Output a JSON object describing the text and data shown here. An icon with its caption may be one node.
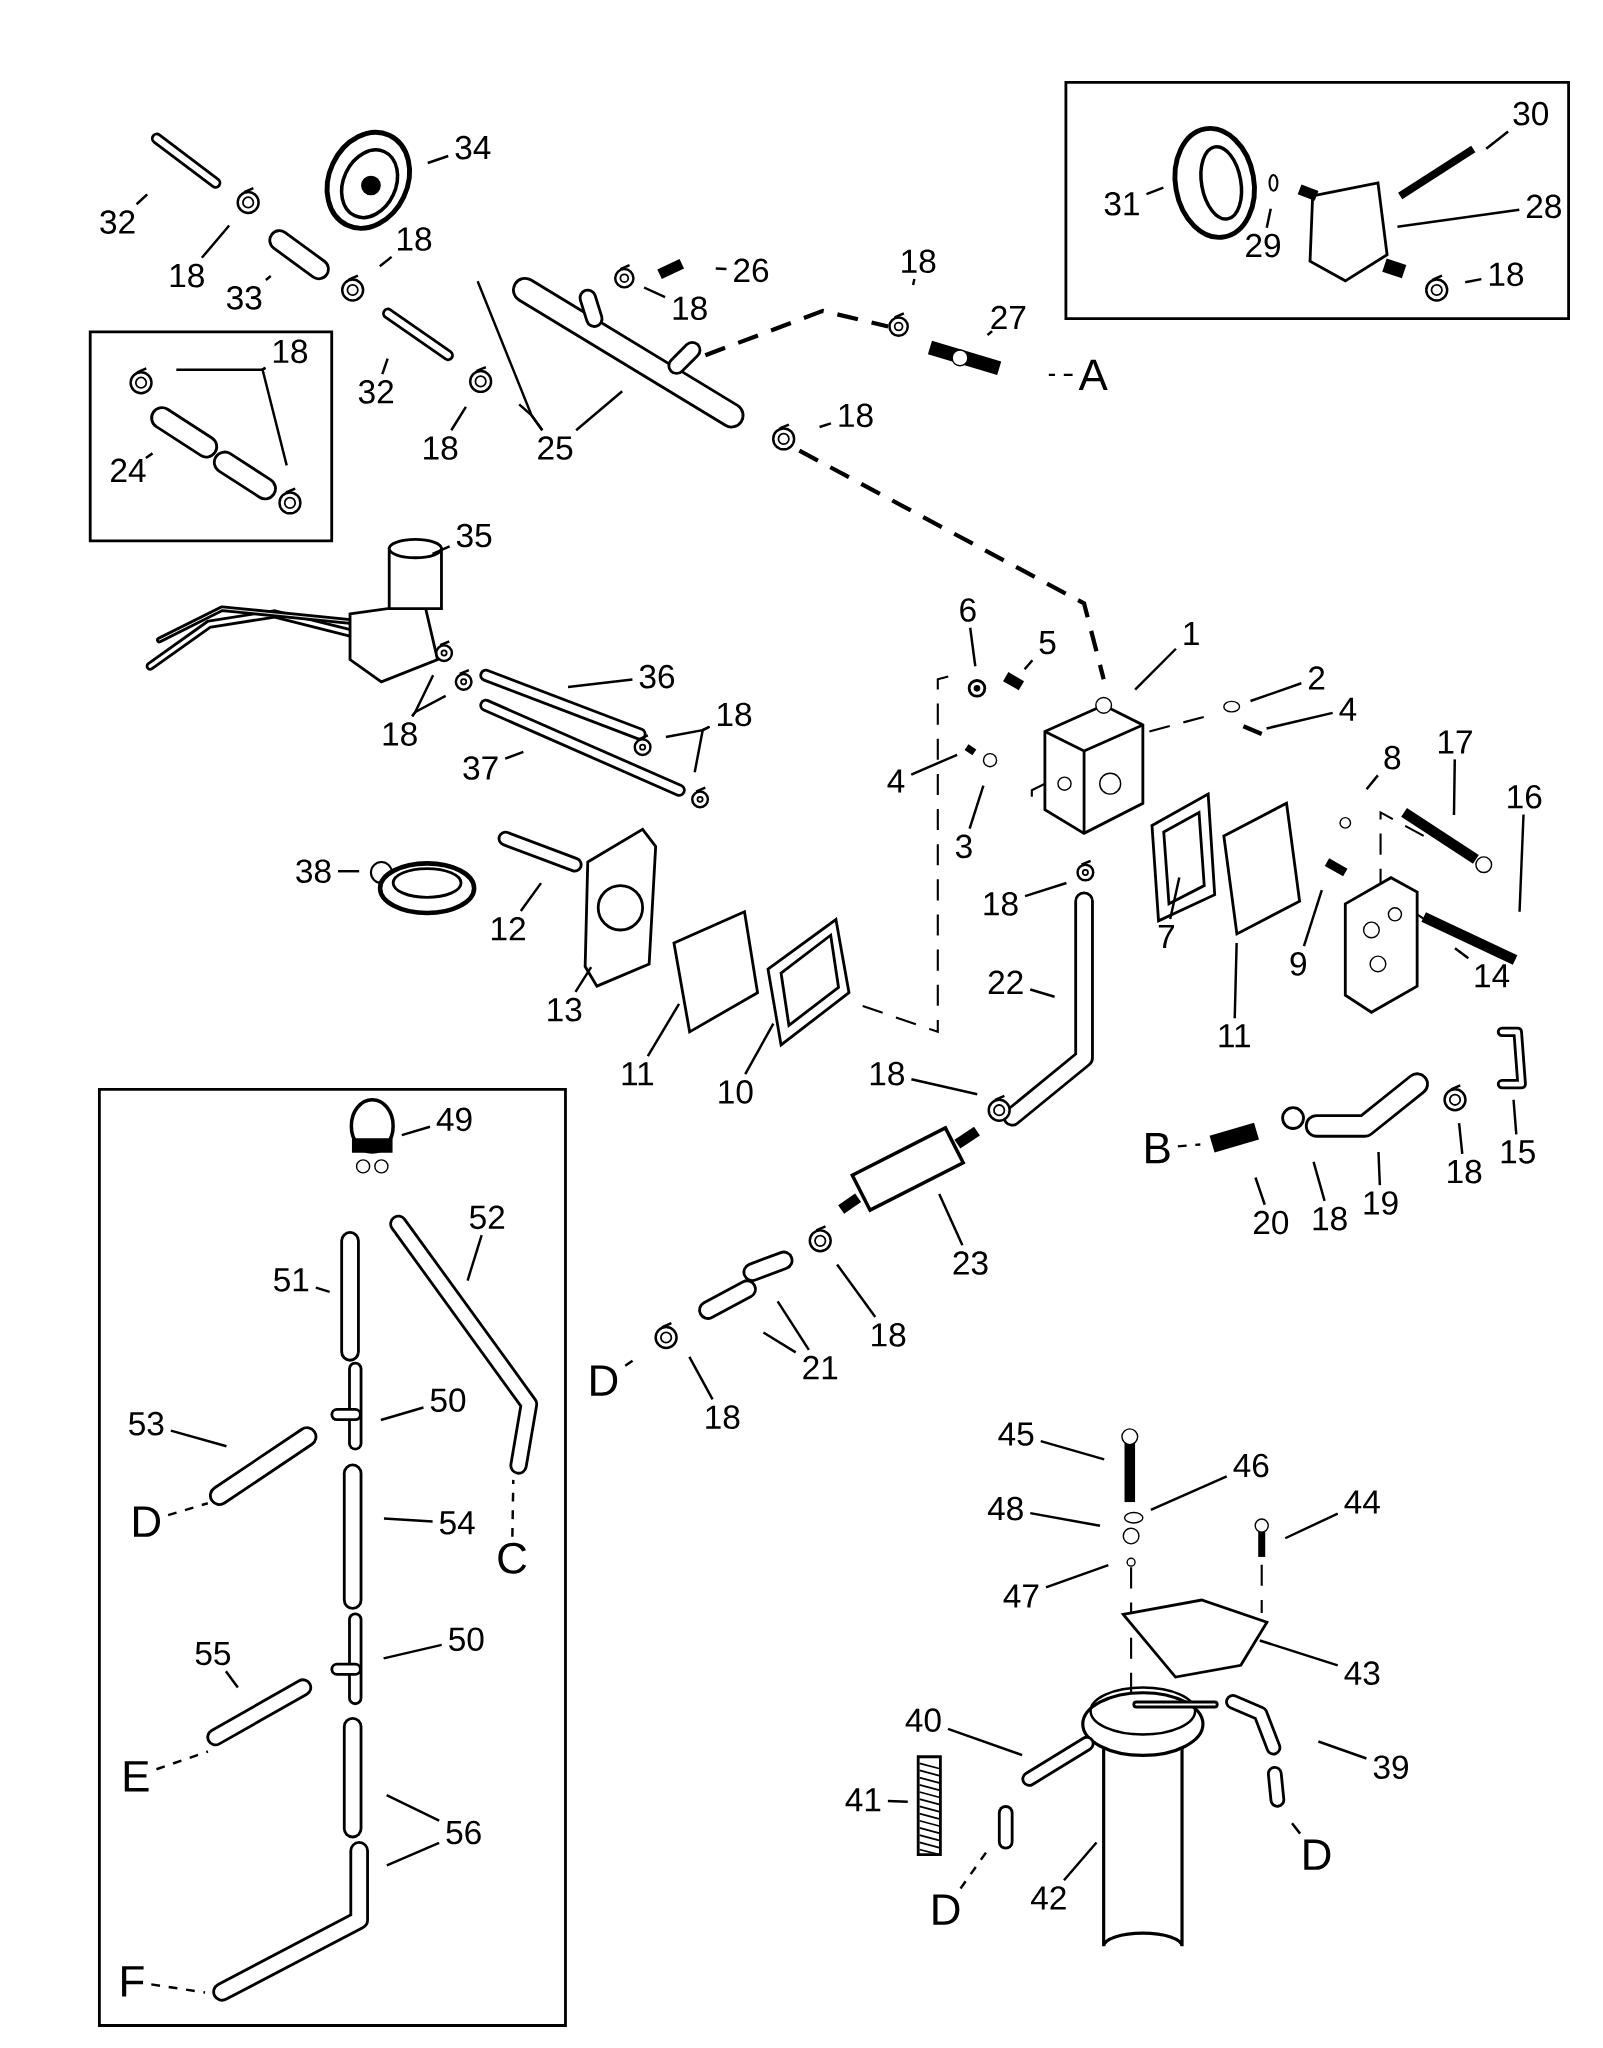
{
  "diagram": {
    "nodes": [
      {
        "text": [
          "32"
        ]
      },
      {
        "text": [
          "18"
        ]
      },
      {
        "text": [
          "33"
        ]
      },
      {
        "text": [
          "34"
        ]
      },
      {
        "text": [
          "18"
        ]
      },
      {
        "text": [
          "32"
        ]
      },
      {
        "text": [
          "18"
        ]
      },
      {
        "text": [
          "25"
        ]
      },
      {
        "text": [
          "26"
        ]
      },
      {
        "text": [
          "18"
        ]
      },
      {
        "text": [
          "18"
        ]
      },
      {
        "text": [
          "27"
        ]
      },
      {
        "text": [
          "A"
        ]
      },
      {
        "text": [
          "18"
        ]
      },
      {
        "text": [],
        "shape": "box"
      },
      {
        "text": [
          "30"
        ],
        "in": 14
      },
      {
        "text": [
          "31"
        ],
        "in": 14
      },
      {
        "text": [
          "29"
        ],
        "in": 14
      },
      {
        "text": [
          "28"
        ],
        "in": 14
      },
      {
        "text": [
          "18"
        ],
        "in": 14
      },
      {
        "text": [],
        "shape": "box"
      },
      {
        "text": [
          "18"
        ],
        "in": 20
      },
      {
        "text": [
          "24"
        ],
        "in": 20
      },
      {
        "text": [
          "35"
        ]
      },
      {
        "text": [
          "36"
        ]
      },
      {
        "text": [
          "18"
        ]
      },
      {
        "text": [
          "37"
        ]
      },
      {
        "text": [
          "18"
        ]
      },
      {
        "text": [
          "6"
        ]
      },
      {
        "text": [
          "5"
        ]
      },
      {
        "text": [
          "1"
        ]
      },
      {
        "text": [
          "2"
        ]
      },
      {
        "text": [
          "4"
        ]
      },
      {
        "text": [
          "4"
        ]
      },
      {
        "text": [
          "3"
        ]
      },
      {
        "text": [
          "17"
        ]
      },
      {
        "text": [
          "8"
        ]
      },
      {
        "text": [
          "16"
        ]
      },
      {
        "text": [
          "38"
        ]
      },
      {
        "text": [
          "12"
        ]
      },
      {
        "text": [
          "18"
        ]
      },
      {
        "text": [
          "7"
        ]
      },
      {
        "text": [
          "9"
        ]
      },
      {
        "text": [
          "14"
        ]
      },
      {
        "text": [
          "13"
        ]
      },
      {
        "text": [
          "22"
        ]
      },
      {
        "text": [
          "11"
        ]
      },
      {
        "text": [
          "10"
        ]
      },
      {
        "text": [
          "11"
        ]
      },
      {
        "text": [
          "18"
        ]
      },
      {
        "text": [
          "B"
        ]
      },
      {
        "text": [
          "15"
        ]
      },
      {
        "text": [
          "18"
        ]
      },
      {
        "text": [
          "19"
        ]
      },
      {
        "text": [
          "20"
        ]
      },
      {
        "text": [
          "18"
        ]
      },
      {
        "text": [
          "23"
        ]
      },
      {
        "text": [
          "18"
        ]
      },
      {
        "text": [
          "21"
        ]
      },
      {
        "text": [
          "D"
        ]
      },
      {
        "text": [
          "18"
        ]
      },
      {
        "text": [],
        "shape": "box"
      },
      {
        "text": [
          "49"
        ],
        "in": 61
      },
      {
        "text": [
          "52"
        ],
        "in": 61
      },
      {
        "text": [
          "51"
        ],
        "in": 61
      },
      {
        "text": [
          "50"
        ],
        "in": 61
      },
      {
        "text": [
          "53"
        ],
        "in": 61
      },
      {
        "text": [
          "D"
        ],
        "in": 61
      },
      {
        "text": [
          "54"
        ],
        "in": 61
      },
      {
        "text": [
          "C"
        ],
        "in": 61
      },
      {
        "text": [
          "50"
        ],
        "in": 61
      },
      {
        "text": [
          "55"
        ],
        "in": 61
      },
      {
        "text": [
          "E"
        ],
        "in": 61
      },
      {
        "text": [
          "56"
        ],
        "in": 61
      },
      {
        "text": [
          "F"
        ],
        "in": 61
      },
      {
        "text": [
          "45"
        ]
      },
      {
        "text": [
          "46"
        ]
      },
      {
        "text": [
          "48"
        ]
      },
      {
        "text": [
          "44"
        ]
      },
      {
        "text": [
          "47"
        ]
      },
      {
        "text": [
          "43"
        ]
      },
      {
        "text": [
          "40"
        ]
      },
      {
        "text": [
          "39"
        ]
      },
      {
        "text": [
          "41"
        ]
      },
      {
        "text": [
          "42"
        ]
      },
      {
        "text": [
          "D"
        ]
      },
      {
        "text": [
          "D"
        ]
      }
    ],
    "edges": [
      {
        "from": 0,
        "to": null,
        "arrow": "none"
      },
      {
        "from": 1,
        "to": null,
        "arrow": "none"
      },
      {
        "from": 2,
        "to": null,
        "arrow": "none"
      },
      {
        "from": 3,
        "to": null,
        "arrow": "none"
      },
      {
        "from": 4,
        "to": null,
        "arrow": "none"
      },
      {
        "from": 5,
        "to": null,
        "arrow": "none"
      },
      {
        "from": 6,
        "to": null,
        "arrow": "none"
      },
      {
        "from": 7,
        "to": null,
        "arrow": "none"
      },
      {
        "from": 7,
        "to": null,
        "arrow": "none"
      },
      {
        "from": 7,
        "to": null,
        "arrow": "none"
      },
      {
        "from": 8,
        "to": null,
        "arrow": "none"
      },
      {
        "from": 9,
        "to": null,
        "arrow": "none"
      },
      {
        "from": 10,
        "to": null,
        "arrow": "none"
      },
      {
        "from": 11,
        "to": null,
        "arrow": "none"
      },
      {
        "from": 12,
        "to": null,
        "arrow": "none",
        "style": "dashed"
      },
      {
        "from": 13,
        "to": null,
        "arrow": "none"
      },
      {
        "from": 15,
        "to": null,
        "arrow": "none"
      },
      {
        "from": 16,
        "to": null,
        "arrow": "none"
      },
      {
        "from": 17,
        "to": null,
        "arrow": "none"
      },
      {
        "from": 18,
        "to": null,
        "arrow": "none"
      },
      {
        "from": 19,
        "to": null,
        "arrow": "none"
      },
      {
        "from": 21,
        "to": null,
        "arrow": "none"
      },
      {
        "from": 21,
        "to": null,
        "arrow": "none"
      },
      {
        "from": 22,
        "to": null,
        "arrow": "none"
      },
      {
        "from": 23,
        "to": null,
        "arrow": "none"
      },
      {
        "from": 24,
        "to": null,
        "arrow": "none"
      },
      {
        "from": 25,
        "to": null,
        "arrow": "none"
      },
      {
        "from": 25,
        "to": null,
        "arrow": "none"
      },
      {
        "from": 26,
        "to": null,
        "arrow": "none"
      },
      {
        "from": 27,
        "to": null,
        "arrow": "none"
      },
      {
        "from": 27,
        "to": null,
        "arrow": "none"
      },
      {
        "from": 28,
        "to": null,
        "arrow": "none"
      },
      {
        "from": 29,
        "to": null,
        "arrow": "none"
      },
      {
        "from": 30,
        "to": null,
        "arrow": "none"
      },
      {
        "from": 31,
        "to": null,
        "arrow": "none"
      },
      {
        "from": 32,
        "to": null,
        "arrow": "none"
      },
      {
        "from": 33,
        "to": null,
        "arrow": "none"
      },
      {
        "from": 34,
        "to": null,
        "arrow": "none"
      },
      {
        "from": 35,
        "to": null,
        "arrow": "none"
      },
      {
        "from": 36,
        "to": null,
        "arrow": "none"
      },
      {
        "from": 37,
        "to": null,
        "arrow": "none"
      },
      {
        "from": 38,
        "to": null,
        "arrow": "none"
      },
      {
        "from": 39,
        "to": null,
        "arrow": "none"
      },
      {
        "from": 40,
        "to": null,
        "arrow": "none"
      },
      {
        "from": 41,
        "to": null,
        "arrow": "none"
      },
      {
        "from": 42,
        "to": null,
        "arrow": "none"
      },
      {
        "from": 43,
        "to": null,
        "arrow": "none"
      },
      {
        "from": 44,
        "to": null,
        "arrow": "none"
      },
      {
        "from": 45,
        "to": null,
        "arrow": "none"
      },
      {
        "from": 46,
        "to": null,
        "arrow": "none"
      },
      {
        "from": 47,
        "to": null,
        "arrow": "none"
      },
      {
        "from": 48,
        "to": null,
        "arrow": "none"
      },
      {
        "from": 49,
        "to": null,
        "arrow": "none"
      },
      {
        "from": 50,
        "to": null,
        "arrow": "none",
        "style": "dashed"
      },
      {
        "from": 51,
        "to": null,
        "arrow": "none"
      },
      {
        "from": 52,
        "to": null,
        "arrow": "none"
      },
      {
        "from": 53,
        "to": null,
        "arrow": "none"
      },
      {
        "from": 54,
        "to": null,
        "arrow": "none"
      },
      {
        "from": 55,
        "to": null,
        "arrow": "none"
      },
      {
        "from": 56,
        "to": null,
        "arrow": "none"
      },
      {
        "from": 57,
        "to": null,
        "arrow": "none"
      },
      {
        "from": 58,
        "to": null,
        "arrow": "none"
      },
      {
        "from": 58,
        "to": null,
        "arrow": "none"
      },
      {
        "from": 59,
        "to": null,
        "arrow": "none",
        "style": "dashed"
      },
      {
        "from": 60,
        "to": null,
        "arrow": "none"
      },
      {
        "from": 62,
        "to": null,
        "arrow": "none"
      },
      {
        "from": 63,
        "to": null,
        "arrow": "none"
      },
      {
        "from": 64,
        "to": null,
        "arrow": "none"
      },
      {
        "from": 65,
        "to": null,
        "arrow": "none"
      },
      {
        "from": 66,
        "to": null,
        "arrow": "none"
      },
      {
        "from": 67,
        "to": null,
        "arrow": "none",
        "style": "dashed"
      },
      {
        "from": 68,
        "to": null,
        "arrow": "none"
      },
      {
        "from": 69,
        "to": null,
        "arrow": "none",
        "style": "dashed"
      },
      {
        "from": 70,
        "to": null,
        "arrow": "none"
      },
      {
        "from": 71,
        "to": null,
        "arrow": "none"
      },
      {
        "from": 72,
        "to": null,
        "arrow": "none",
        "style": "dashed"
      },
      {
        "from": 73,
        "to": null,
        "arrow": "none"
      },
      {
        "from": 73,
        "to": null,
        "arrow": "none"
      },
      {
        "from": 74,
        "to": null,
        "arrow": "none",
        "style": "dashed"
      },
      {
        "from": 75,
        "to": null,
        "arrow": "none"
      },
      {
        "from": 76,
        "to": null,
        "arrow": "none"
      },
      {
        "from": 77,
        "to": null,
        "arrow": "none"
      },
      {
        "from": 78,
        "to": null,
        "arrow": "none"
      },
      {
        "from": 79,
        "to": null,
        "arrow": "none"
      },
      {
        "from": 80,
        "to": null,
        "arrow": "none"
      },
      {
        "from": 81,
        "to": null,
        "arrow": "none"
      },
      {
        "from": 82,
        "to": null,
        "arrow": "none"
      },
      {
        "from": 83,
        "to": null,
        "arrow": "none"
      },
      {
        "from": 84,
        "to": null,
        "arrow": "none"
      },
      {
        "from": 85,
        "to": null,
        "arrow": "none",
        "style": "dashed"
      },
      {
        "from": 86,
        "to": null,
        "arrow": "none"
      }
    ]
  }
}
